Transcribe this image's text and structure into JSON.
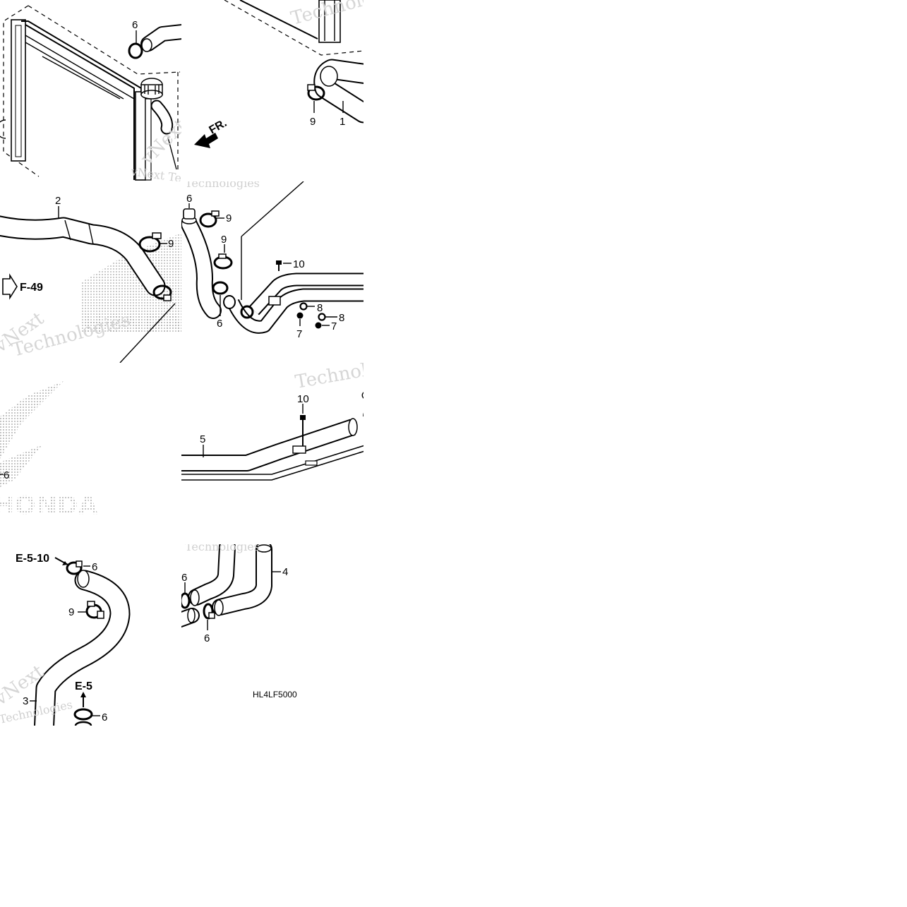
{
  "drawing_code": "HL4LF5000",
  "watermark": {
    "brand": "Technologies",
    "company": "vNext Technologies",
    "short": "vNext",
    "logo_text": "HONDA"
  },
  "direction": {
    "fr": "FR."
  },
  "references": {
    "f49": "F-49",
    "e5": "E-5",
    "e510": "E-5-10"
  },
  "callouts": {
    "c1": "1",
    "c2": "2",
    "c3": "3",
    "c4": "4",
    "c5": "5",
    "c6": "6",
    "c7": "7",
    "c8": "8",
    "c9": "9",
    "c10": "10"
  },
  "colors": {
    "line": "#000000",
    "background": "#ffffff",
    "watermark": "#d0d0d0"
  }
}
